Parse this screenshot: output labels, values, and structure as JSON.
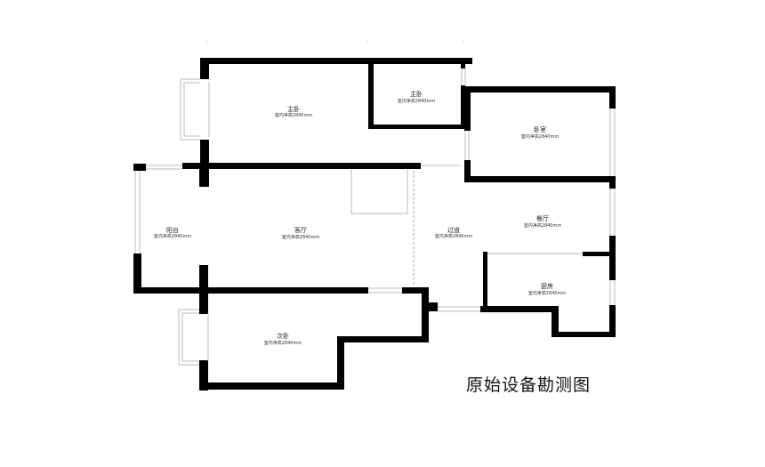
{
  "title": "原始设备勘测图",
  "rooms": [
    {
      "id": "master-bedroom",
      "name": "主卧",
      "height": "室内净高2840mm"
    },
    {
      "id": "master-bedroom-2",
      "name": "主卧",
      "height": "室内净高2840mm"
    },
    {
      "id": "bedroom",
      "name": "卧室",
      "height": "室内净高2840mm"
    },
    {
      "id": "balcony",
      "name": "阳台",
      "height": "室内净高2840mm"
    },
    {
      "id": "living-room",
      "name": "客厅",
      "height": "室内净高2840mm"
    },
    {
      "id": "corridor",
      "name": "过道",
      "height": "室内净高2840mm"
    },
    {
      "id": "dining-room",
      "name": "餐厅",
      "height": "室内净高2840mm"
    },
    {
      "id": "kitchen",
      "name": "厨房",
      "height": "室内净高2840mm"
    },
    {
      "id": "second-bedroom",
      "name": "次卧",
      "height": "室内净高2840mm"
    }
  ],
  "colors": {
    "wall": "#000000",
    "background": "#ffffff",
    "window": "#bbbbbb"
  }
}
